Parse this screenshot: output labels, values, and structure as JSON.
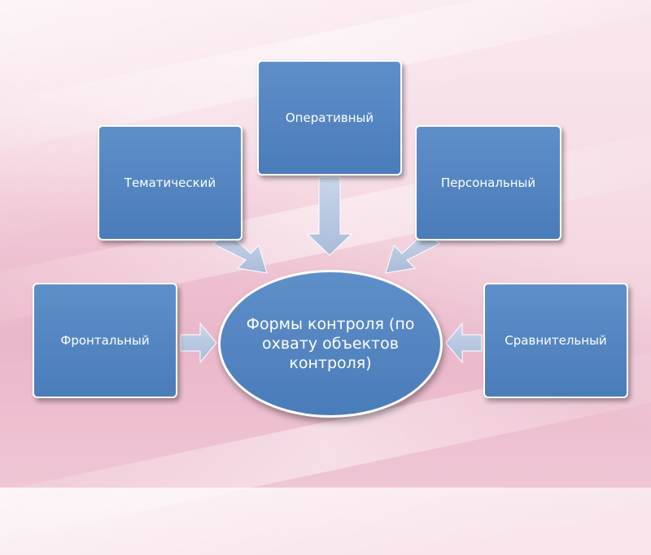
{
  "diagram": {
    "center": {
      "label": "Формы контроля (по охвату объектов контроля)"
    },
    "nodes": {
      "tematicheskiy": "Тематический",
      "operativnyy": "Оперативный",
      "personalnyy": "Персональный",
      "frontalnyy": "Фронтальный",
      "sravnitelnyy": "Сравнительный"
    },
    "colors": {
      "box_fill": "#4f81bd",
      "arrow_fill": "#b8c8e0",
      "border": "#ffffff"
    }
  }
}
